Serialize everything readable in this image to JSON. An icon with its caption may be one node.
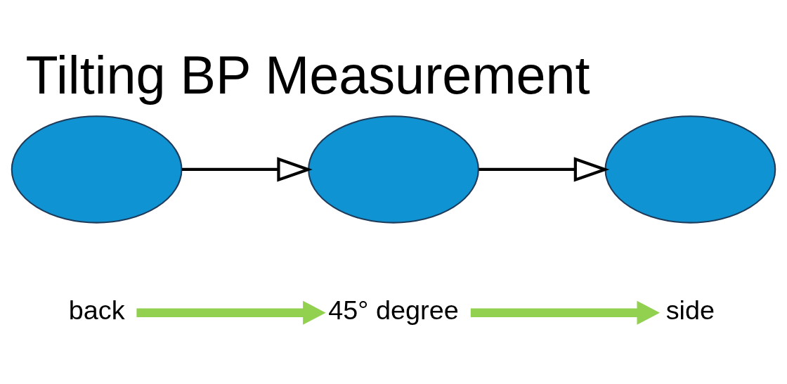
{
  "diagram": {
    "title": "Tilting BP Measurement",
    "nodes": [
      {
        "text": [],
        "shape": "ellipse"
      },
      {
        "text": [],
        "shape": "ellipse"
      },
      {
        "text": [],
        "shape": "ellipse"
      },
      {
        "text": [
          "back"
        ]
      },
      {
        "text": [
          "45° degree"
        ]
      },
      {
        "text": [
          "side"
        ]
      }
    ],
    "edges": [
      {
        "from": 0,
        "to": 1,
        "arrow": "to"
      },
      {
        "from": 1,
        "to": 2,
        "arrow": "to"
      },
      {
        "from": 3,
        "to": 4,
        "arrow": "to",
        "style": "thick",
        "color": "#92d050"
      },
      {
        "from": 4,
        "to": 5,
        "arrow": "to",
        "style": "thick",
        "color": "#92d050"
      }
    ]
  }
}
